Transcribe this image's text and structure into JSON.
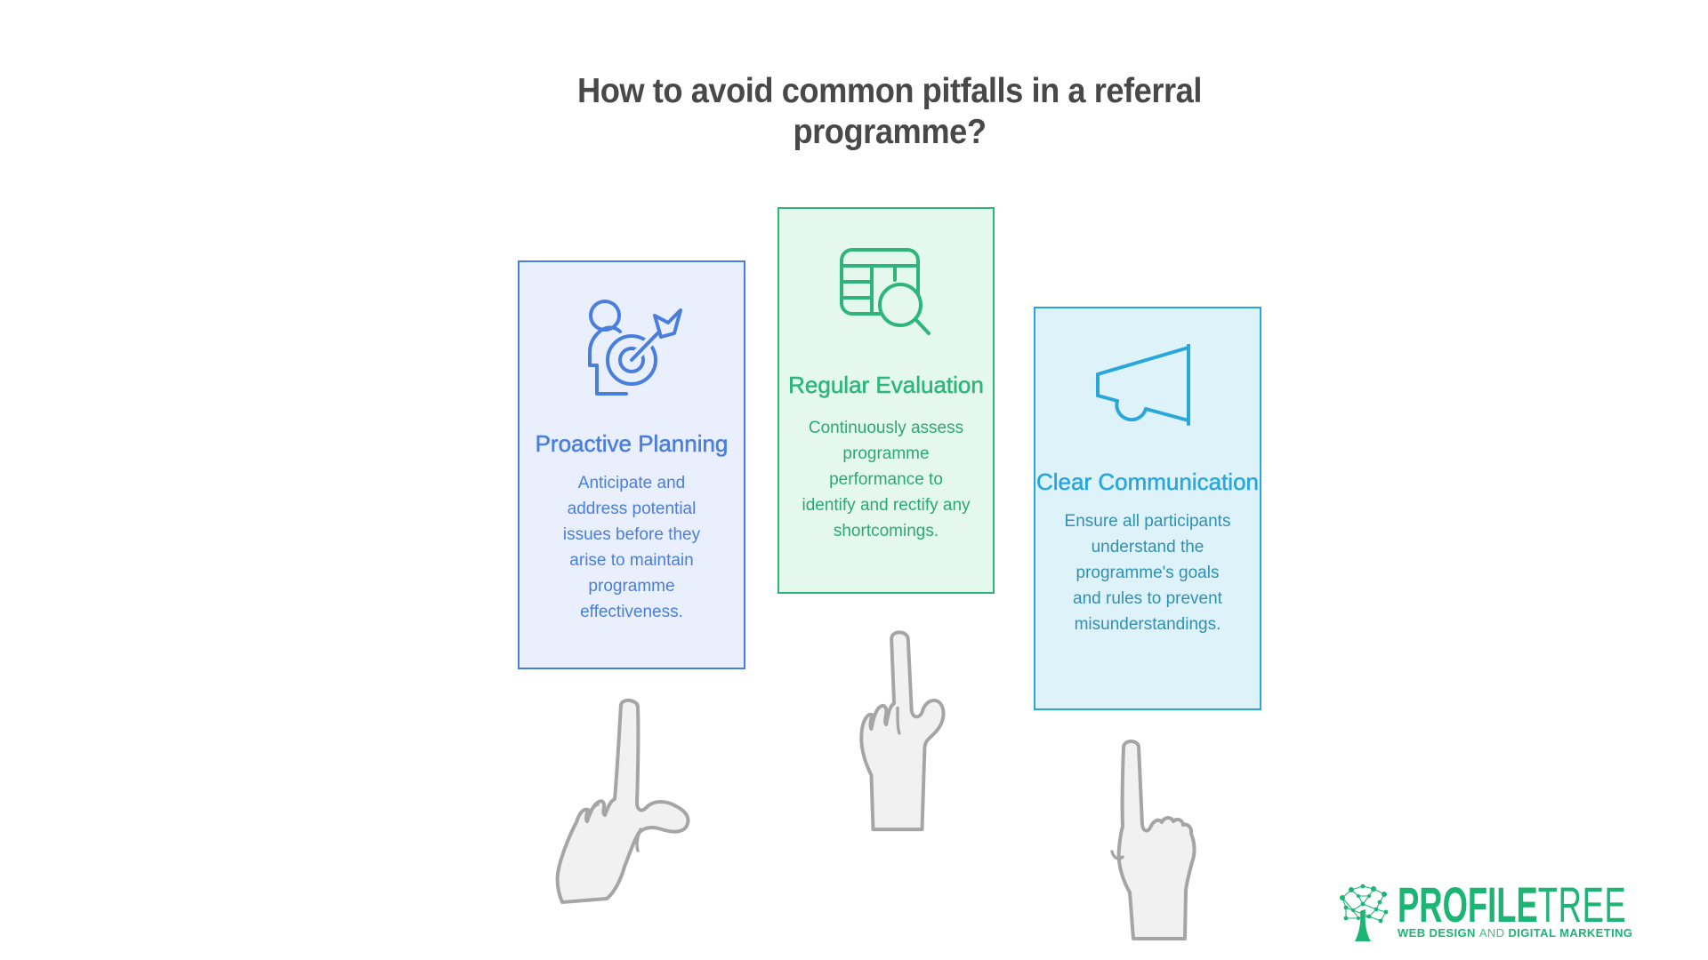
{
  "page": {
    "background": "#ffffff",
    "title": {
      "lines": [
        "How to avoid common pitfalls in a referral",
        "programme?"
      ],
      "color": "#484848"
    }
  },
  "cards": [
    {
      "id": "proactive-planning",
      "icon": "person-target-icon",
      "title": "Proactive Planning",
      "body": "Anticipate and address potential issues before they arise to maintain programme effectiveness.",
      "accent": "#4a7edd",
      "body_color": "#4a7edd",
      "background": "#e9effc"
    },
    {
      "id": "regular-evaluation",
      "icon": "table-magnifier-icon",
      "title": "Regular Evaluation",
      "body": "Continuously assess programme performance to identify and rectify any shortcomings.",
      "accent": "#2eb57c",
      "body_color": "#2aa973",
      "background": "#e5f8ed"
    },
    {
      "id": "clear-communication",
      "icon": "megaphone-icon",
      "title": "Clear Communication",
      "body": "Ensure all participants understand the programme's goals and rules to prevent misunderstandings.",
      "accent": "#29a7da",
      "body_color": "#3090b4",
      "background": "#def2fa"
    }
  ],
  "hand_illustration": {
    "icons": [
      "pointing-hand-tilted-icon",
      "pointing-hand-up-icon",
      "pointing-hand-knuckles-icon"
    ],
    "fill": "#f1f1f2",
    "stroke": "#a5a5a5"
  },
  "footer_logo": {
    "icon": "profiletree-network-tree-icon",
    "brand_bold": "PROFILE",
    "brand_light": "TREE",
    "tagline_parts": [
      "WEB DESIGN",
      "AND",
      "DIGITAL MARKETING"
    ],
    "color": "#1cb573"
  }
}
